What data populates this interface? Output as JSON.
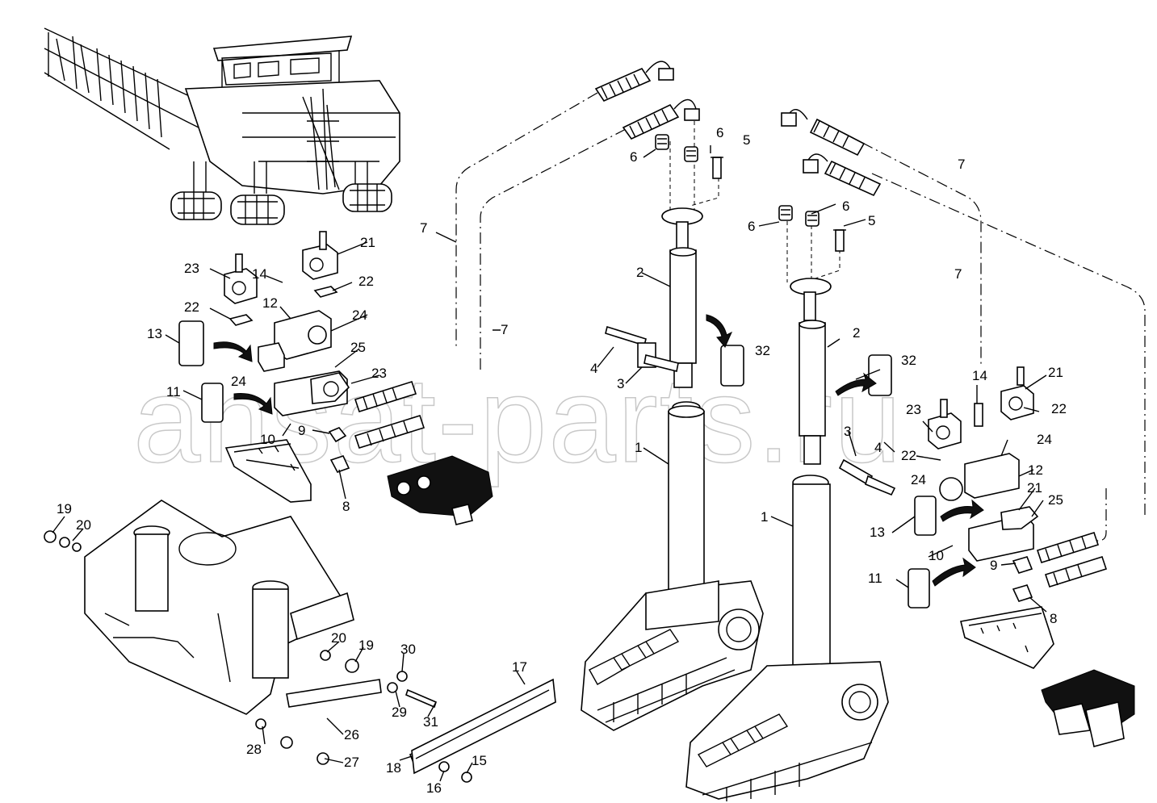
{
  "watermark": "ansat-parts.ru",
  "callouts": [
    {
      "id": "c7a",
      "text": "7"
    },
    {
      "id": "c7b",
      "text": "7"
    },
    {
      "id": "c7c",
      "text": "7"
    },
    {
      "id": "c7d",
      "text": "7"
    },
    {
      "id": "c6a",
      "text": "6"
    },
    {
      "id": "c6b",
      "text": "6"
    },
    {
      "id": "c6c",
      "text": "6"
    },
    {
      "id": "c6d",
      "text": "6"
    },
    {
      "id": "c5a",
      "text": "5"
    },
    {
      "id": "c5b",
      "text": "5"
    },
    {
      "id": "c2a",
      "text": "2"
    },
    {
      "id": "c2b",
      "text": "2"
    },
    {
      "id": "c4a",
      "text": "4"
    },
    {
      "id": "c4b",
      "text": "4"
    },
    {
      "id": "c3a",
      "text": "3"
    },
    {
      "id": "c3b",
      "text": "3"
    },
    {
      "id": "c32a",
      "text": "32"
    },
    {
      "id": "c32b",
      "text": "32"
    },
    {
      "id": "c1a",
      "text": "1"
    },
    {
      "id": "c1b",
      "text": "1"
    },
    {
      "id": "c21a",
      "text": "21"
    },
    {
      "id": "c21b",
      "text": "21"
    },
    {
      "id": "c21c",
      "text": "21"
    },
    {
      "id": "c23a",
      "text": "23"
    },
    {
      "id": "c23b",
      "text": "23"
    },
    {
      "id": "c23c",
      "text": "23"
    },
    {
      "id": "c14a",
      "text": "14"
    },
    {
      "id": "c14b",
      "text": "14"
    },
    {
      "id": "c22a",
      "text": "22"
    },
    {
      "id": "c22b",
      "text": "22"
    },
    {
      "id": "c22c",
      "text": "22"
    },
    {
      "id": "c22d",
      "text": "22"
    },
    {
      "id": "c12a",
      "text": "12"
    },
    {
      "id": "c12b",
      "text": "12"
    },
    {
      "id": "c24a",
      "text": "24"
    },
    {
      "id": "c24b",
      "text": "24"
    },
    {
      "id": "c24c",
      "text": "24"
    },
    {
      "id": "c24d",
      "text": "24"
    },
    {
      "id": "c13a",
      "text": "13"
    },
    {
      "id": "c13b",
      "text": "13"
    },
    {
      "id": "c25a",
      "text": "25"
    },
    {
      "id": "c25b",
      "text": "25"
    },
    {
      "id": "c11a",
      "text": "11"
    },
    {
      "id": "c11b",
      "text": "11"
    },
    {
      "id": "c10a",
      "text": "10"
    },
    {
      "id": "c10b",
      "text": "10"
    },
    {
      "id": "c9a",
      "text": "9"
    },
    {
      "id": "c9b",
      "text": "9"
    },
    {
      "id": "c8a",
      "text": "8"
    },
    {
      "id": "c8b",
      "text": "8"
    },
    {
      "id": "c19a",
      "text": "19"
    },
    {
      "id": "c19b",
      "text": "19"
    },
    {
      "id": "c20a",
      "text": "20"
    },
    {
      "id": "c20b",
      "text": "20"
    },
    {
      "id": "c30",
      "text": "30"
    },
    {
      "id": "c29",
      "text": "29"
    },
    {
      "id": "c31",
      "text": "31"
    },
    {
      "id": "c26",
      "text": "26"
    },
    {
      "id": "c27",
      "text": "27"
    },
    {
      "id": "c28",
      "text": "28"
    },
    {
      "id": "c17",
      "text": "17"
    },
    {
      "id": "c18",
      "text": "18"
    },
    {
      "id": "c16",
      "text": "16"
    },
    {
      "id": "c15",
      "text": "15"
    }
  ]
}
